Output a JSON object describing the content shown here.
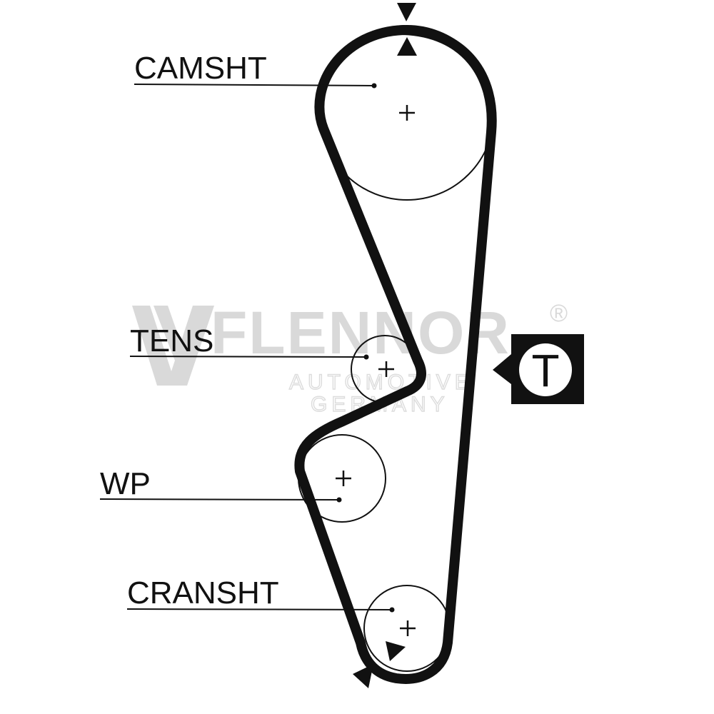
{
  "labels": {
    "camshaft": "CAMSHT",
    "tensioner": "TENS",
    "water_pump": "WP",
    "crankshaft": "CRANSHT"
  },
  "watermark": {
    "brand": "FLENNOR",
    "registered": "®",
    "line1": "AUTOMOTIVE",
    "line2": "GERMANY"
  },
  "tension_badge": {
    "letter": "T"
  },
  "icons": {
    "timing_marks": "triangle-arrow-icon",
    "pulley_centers": "plus-icon",
    "tension_point": "tension-badge-icon"
  },
  "colors": {
    "belt": "#111111",
    "watermark": "#d9d9d9",
    "background": "#ffffff"
  }
}
